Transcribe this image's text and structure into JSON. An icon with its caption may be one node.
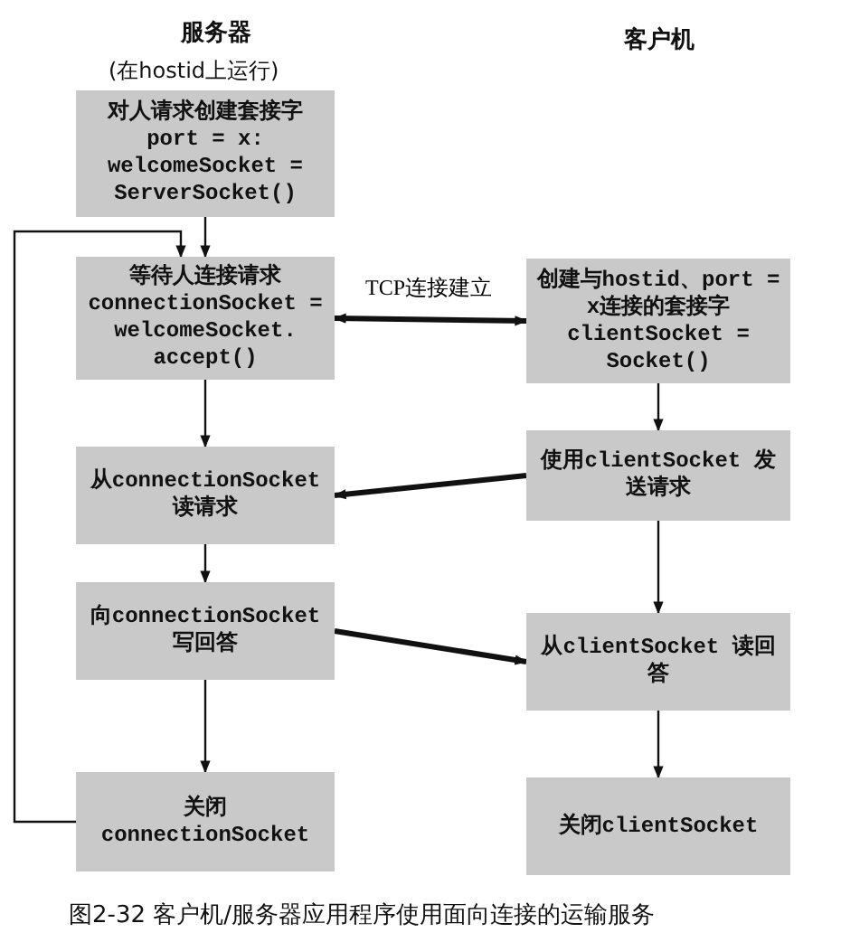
{
  "diagram": {
    "caption": "图2-32 客户机/服务器应用程序使用面向连接的运输服务",
    "nodes": [
      {
        "text": [
          "对人请求创建套接字 port = x: welcomeSocket = ServerSocket()"
        ]
      },
      {
        "text": [
          "等待人连接请求 connectionSocket = welcomeSocket. accept()"
        ]
      },
      {
        "text": [
          "从connectionSocket 读请求"
        ]
      },
      {
        "text": [
          "向connectionSocket 写回答"
        ]
      },
      {
        "text": [
          "关闭 connectionSocket"
        ]
      },
      {
        "text": [
          "创建与hostid、port = x连接的套接字 clientSocket = Socket()"
        ]
      },
      {
        "text": [
          "使用clientSocket 发送请求"
        ]
      },
      {
        "text": [
          "从clientSocket 读回答"
        ]
      },
      {
        "text": [
          "关闭clientSocket"
        ]
      }
    ],
    "edges": [
      {
        "from": 0,
        "to": 1,
        "arrow": "to"
      },
      {
        "from": 1,
        "to": 5,
        "arrow": "both",
        "label": "TCP连接建立",
        "style": "thick"
      },
      {
        "from": 1,
        "to": 2,
        "arrow": "to"
      },
      {
        "from": 5,
        "to": 6,
        "arrow": "to"
      },
      {
        "from": 6,
        "to": 2,
        "arrow": "to",
        "style": "thick"
      },
      {
        "from": 2,
        "to": 3,
        "arrow": "to"
      },
      {
        "from": 3,
        "to": 7,
        "arrow": "to",
        "style": "thick"
      },
      {
        "from": 6,
        "to": 7,
        "arrow": "to"
      },
      {
        "from": 3,
        "to": 4,
        "arrow": "to"
      },
      {
        "from": 7,
        "to": 8,
        "arrow": "to"
      },
      {
        "from": 4,
        "to": 1,
        "arrow": "to"
      }
    ],
    "labels": [
      "服务器",
      "(在hostid上运行)",
      "客户机"
    ]
  }
}
